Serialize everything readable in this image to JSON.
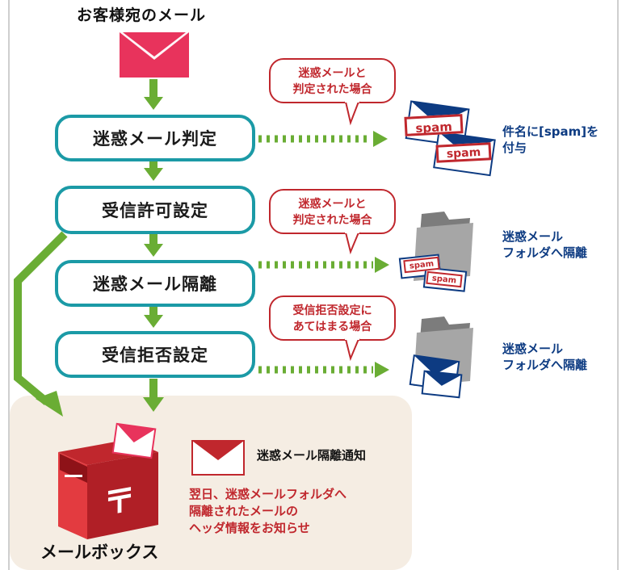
{
  "title": "お客様宛のメール",
  "steps": {
    "s1": "迷惑メール判定",
    "s2": "受信許可設定",
    "s3": "迷惑メール隔離",
    "s4": "受信拒否設定"
  },
  "bubbles": {
    "b1": [
      "迷惑メールと",
      "判定された場合"
    ],
    "b2": [
      "迷惑メールと",
      "判定された場合"
    ],
    "b3": [
      "受信拒否設定に",
      "あてはまる場合"
    ]
  },
  "results": {
    "r1": [
      "件名に[spam]を",
      "付与"
    ],
    "r2": [
      "迷惑メール",
      "フォルダへ隔離"
    ],
    "r3": [
      "迷惑メール",
      "フォルダへ隔離"
    ]
  },
  "spam_tag": "spam",
  "mailbox": {
    "label": "メールボックス",
    "notice_title": "迷惑メール隔離通知",
    "notice_text": [
      "翌日、迷惑メールフォルダへ",
      "隔離されたメールの",
      "ヘッダ情報をお知らせ"
    ]
  },
  "mailbox_symbol": "〒",
  "colors": {
    "teal": "#1b9aa6",
    "green": "#6aad34",
    "red": "#c0272d",
    "navy": "#0d3b82",
    "envelope_pink": "#e8335c",
    "beige": "#f5ede3"
  }
}
